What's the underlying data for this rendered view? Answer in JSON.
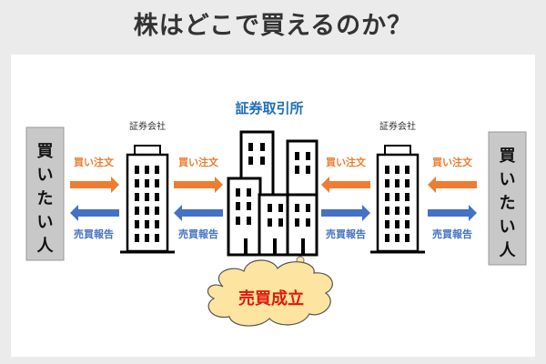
{
  "title": "株はどこで買えるのか？",
  "exchange_label": "証券取引所",
  "broker_label": "証券会社",
  "buyer_label_chars": [
    "買",
    "い",
    "た",
    "い",
    "人"
  ],
  "buy_order": "買い注文",
  "trade_report": "売買報告",
  "deal_done": "売買成立",
  "colors": {
    "orange": "#ed7d31",
    "blue": "#4472c4",
    "exchange": "#1f6fb5",
    "red": "#e0180c",
    "cloud": "#fde4a0"
  }
}
